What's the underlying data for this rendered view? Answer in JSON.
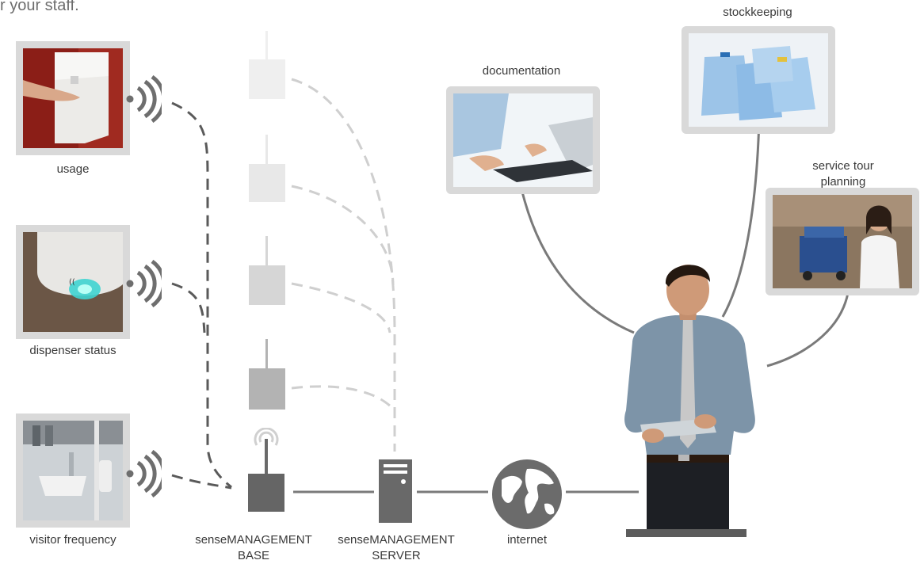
{
  "intro_text": "r your staff.",
  "colors": {
    "line": "#7a7a7a",
    "dash": "#5a5a5a",
    "dash_light": "#cfcfcf",
    "frame": "#d9d9d9",
    "node_dark": "#686868"
  },
  "sensors": {
    "usage": {
      "label": "usage"
    },
    "dispenser_status": {
      "label": "dispenser status"
    },
    "visitor_frequency": {
      "label": "visitor frequency"
    }
  },
  "nodes": {
    "base": {
      "line1": "senseMANAGEMENT",
      "line2": "BASE"
    },
    "server": {
      "line1": "senseMANAGEMENT",
      "line2": "SERVER"
    },
    "internet": {
      "label": "internet"
    }
  },
  "apps": {
    "documentation": {
      "label": "documentation"
    },
    "stockkeeping": {
      "label": "stockkeeping"
    },
    "service_tour": {
      "line1": "service tour",
      "line2": "planning"
    }
  },
  "icons": {
    "wifi": "wifi-waves-icon",
    "repeater": "repeater-antenna-icon",
    "base": "base-station-icon",
    "server": "server-tower-icon",
    "globe": "globe-icon"
  }
}
